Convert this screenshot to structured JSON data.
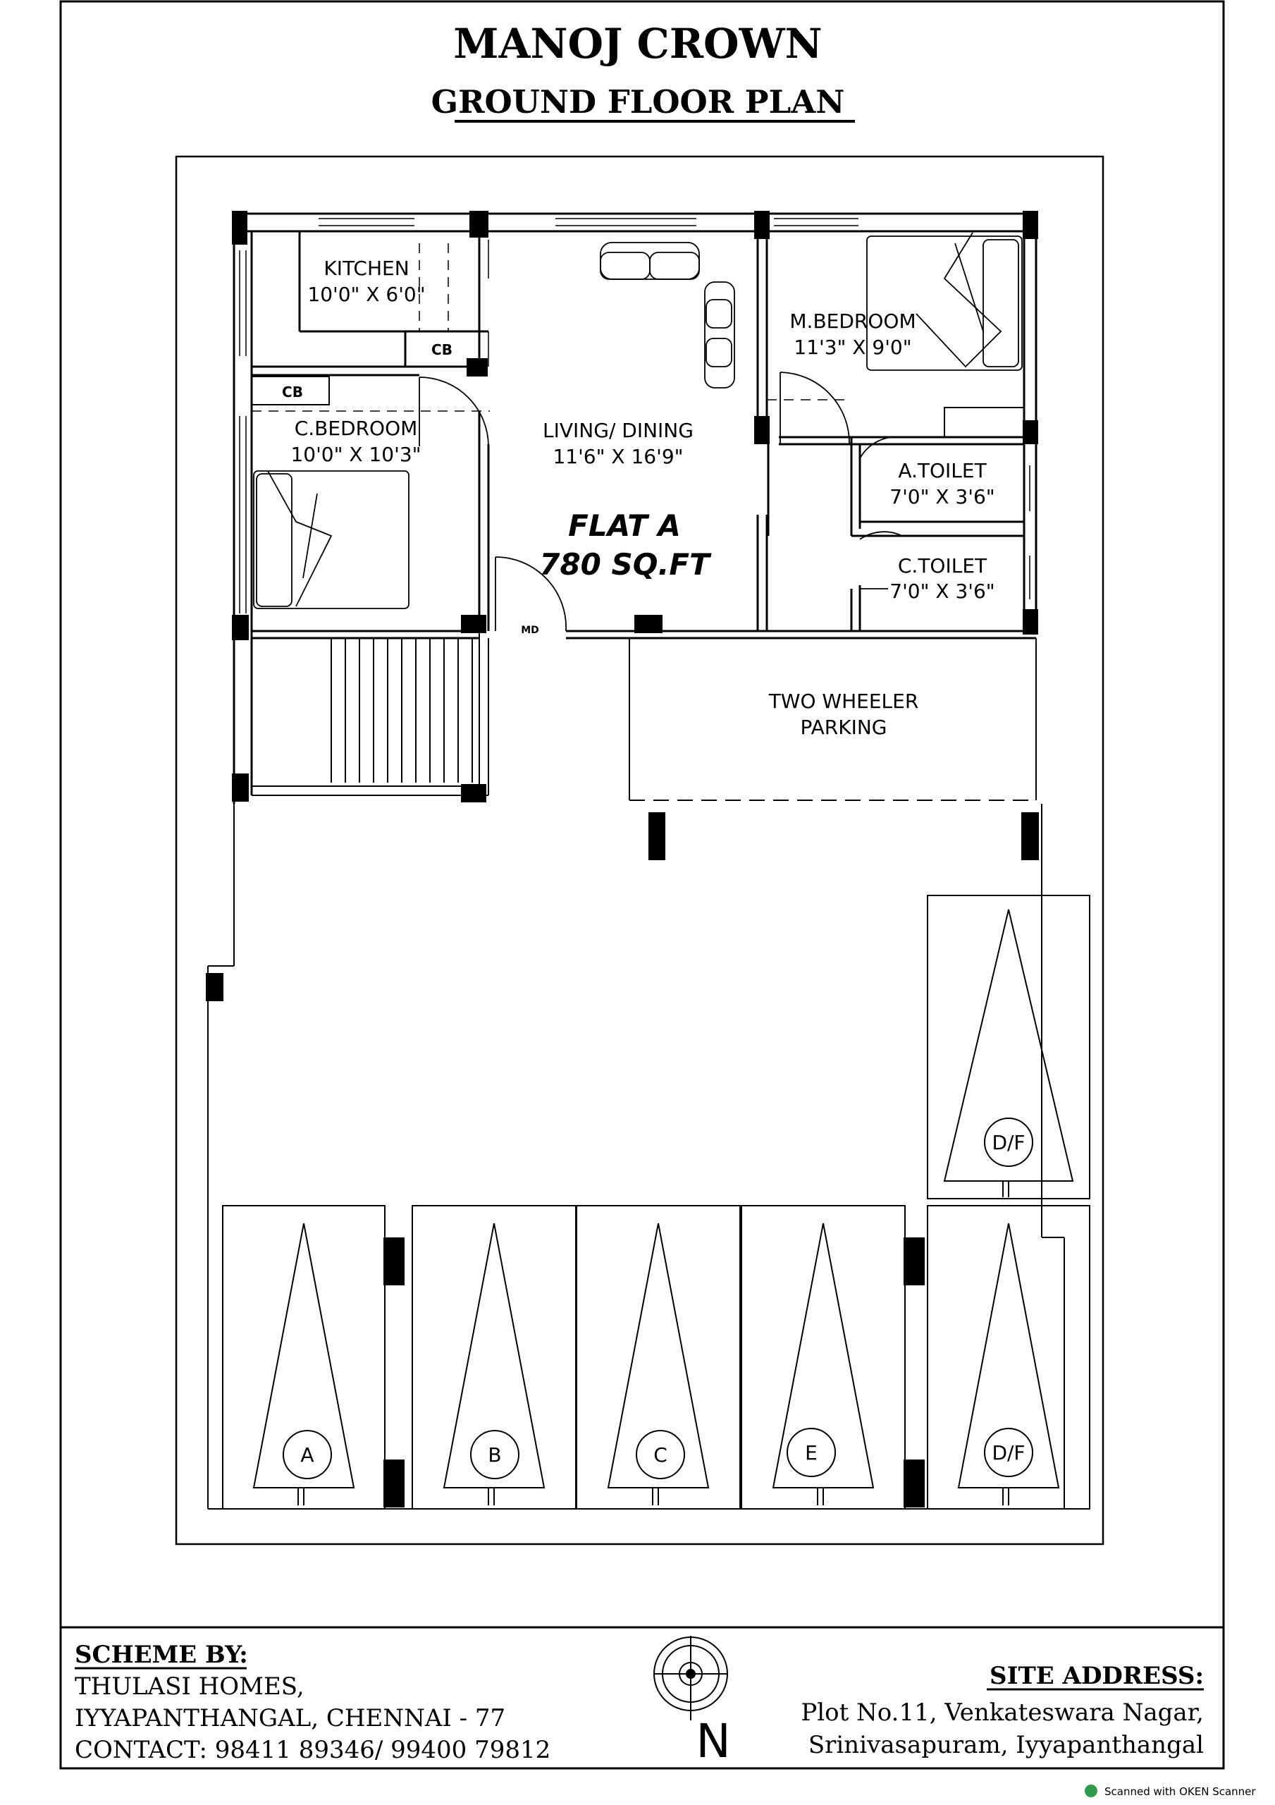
{
  "header": {
    "title": "MANOJ CROWN",
    "subtitle": "GROUND FLOOR PLAN"
  },
  "rooms": {
    "kitchen": {
      "name": "KITCHEN",
      "size": "10'0\" X 6'0\""
    },
    "kitchen_cb": "CB",
    "bedroom_cb": "CB",
    "master_bedroom": {
      "name": "M.BEDROOM",
      "size": "11'3\" X 9'0\""
    },
    "living_dining": {
      "name": "LIVING/ DINING",
      "size": "11'6\" X 16'9\""
    },
    "child_bedroom": {
      "name": "C.BEDROOM",
      "size": "10'0\" X 10'3\""
    },
    "attached_toilet": {
      "name": "A.TOILET",
      "size": "7'0\" X 3'6\""
    },
    "common_toilet": {
      "name": "C.TOILET",
      "size": "7'0\" X 3'6\""
    },
    "main_door": "MD"
  },
  "flat": {
    "name": "FLAT A",
    "area": "780 SQ.FT"
  },
  "parking": {
    "two_wheeler": [
      "TWO WHEELER",
      "PARKING"
    ],
    "slots": [
      "A",
      "B",
      "C",
      "E",
      "D/F"
    ],
    "side_slot": "D/F"
  },
  "footer": {
    "scheme_heading": "SCHEME BY:",
    "scheme_lines": [
      "THULASI HOMES,",
      "IYYAPANTHANGAL, CHENNAI - 77",
      "CONTACT: 98411 89346/ 99400 79812"
    ],
    "site_heading": "SITE ADDRESS:",
    "site_lines": [
      "Plot No.11, Venkateswara Nagar,",
      "Srinivasapuram, Iyyapanthangal"
    ],
    "north_label": "N"
  },
  "watermark": "Scanned with OKEN Scanner",
  "colors": {
    "ink": "#000000",
    "paper": "#ffffff",
    "scanner_logo": "#2e9b4a"
  }
}
